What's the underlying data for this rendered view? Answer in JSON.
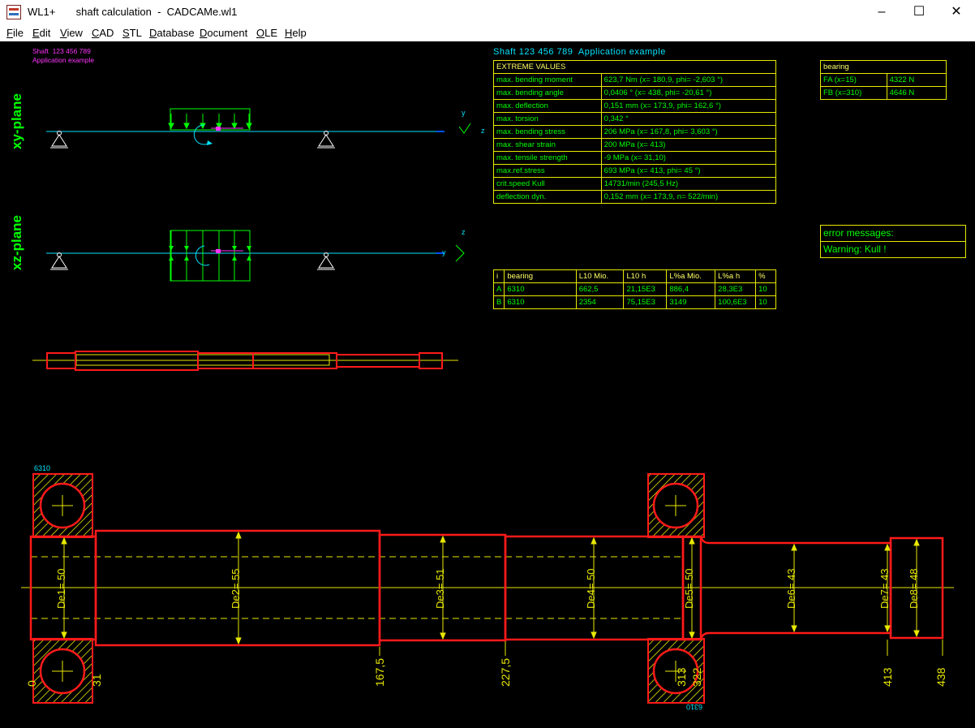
{
  "window": {
    "app_name": "WL1+",
    "title": "shaft calculation  -  CADCAMe.wl1",
    "controls": {
      "minimize": "–",
      "maximize": "☐",
      "close": "✕"
    }
  },
  "menu": [
    {
      "label": "File",
      "key": "F",
      "rest": "ile"
    },
    {
      "label": "Edit",
      "key": "E",
      "rest": "dit"
    },
    {
      "label": "View",
      "key": "V",
      "rest": "iew"
    },
    {
      "label": "CAD",
      "key": "C",
      "rest": "AD"
    },
    {
      "label": "STL",
      "key": "S",
      "rest": "TL"
    },
    {
      "label": "Database",
      "key": "D",
      "rest": "atabase"
    },
    {
      "label": "Document",
      "key": "D",
      "rest": "ocument"
    },
    {
      "label": "OLE",
      "key": "O",
      "rest": "LE"
    },
    {
      "label": "Help",
      "key": "H",
      "rest": "elp"
    }
  ],
  "header_small": {
    "line1": "Shaft  123 456 789",
    "line2": "Application example"
  },
  "planes": {
    "xy": "xy-plane",
    "xz": "xz-plane"
  },
  "axes": {
    "y": "y",
    "z": "z"
  },
  "shaft_title": "Shaft 123 456 789  Application example",
  "extreme": {
    "header": "EXTREME VALUES",
    "rows": [
      {
        "label": "max. bending moment",
        "value": "623,7 Nm  (x= 180,9, phi= -2,603 °)"
      },
      {
        "label": "max. bending angle",
        "value": "0,0406 °  (x= 438, phi= -20,61 °)"
      },
      {
        "label": "max. deflection",
        "value": "0,151 mm  (x= 173,9, phi= 162,6 °)"
      },
      {
        "label": "max. torsion",
        "value": "0,342 °"
      },
      {
        "label": "max. bending stress",
        "value": " 206 MPa  (x= 167,8, phi= 3,603 °)"
      },
      {
        "label": "max. shear strain",
        "value": " 200 MPa (x= 413)"
      },
      {
        "label": "max. tensile strength",
        "value": "  -9 MPa  (x= 31,10)"
      },
      {
        "label": "max.ref.stress",
        "value": " 693 MPa  (x= 413, phi= 45 °)"
      },
      {
        "label": "crit.speed Kull",
        "value": " 14731/min  (245,5 Hz)"
      },
      {
        "label": "deflection dyn.",
        "value": "0,152 mm (x= 173,9, n= 522/min)"
      }
    ]
  },
  "bearing_force": {
    "header": "bearing",
    "rows": [
      {
        "label": "FA (x=15)",
        "value": "4322 N"
      },
      {
        "label": "FB (x=310)",
        "value": "4646 N"
      }
    ]
  },
  "errors": {
    "title": "error messages:",
    "message": "Warning: Kull !"
  },
  "bearing_life": {
    "headers": [
      "i",
      "bearing",
      "L10 Mio.",
      "L10 h",
      "L%a Mio.",
      "L%a h",
      "%"
    ],
    "rows": [
      [
        "A",
        "6310",
        "662,5",
        "21,15E3",
        "886,4",
        "28,3E3",
        "10"
      ],
      [
        "B",
        "6310",
        "2354",
        "75,15E3",
        "3149",
        "100,6E3",
        "10"
      ]
    ]
  },
  "drawing": {
    "bearing_left_label": "6310",
    "bearing_right_label": "6310",
    "diameters": [
      "De1= 50",
      "De2= 55",
      "De3= 51",
      "De4= 50",
      "De5= 50",
      "De6= 43",
      "De7= 43",
      "De8= 48"
    ],
    "positions": [
      "0",
      "31",
      "167,5",
      "227,5",
      "313",
      "322",
      "413",
      "438"
    ]
  }
}
